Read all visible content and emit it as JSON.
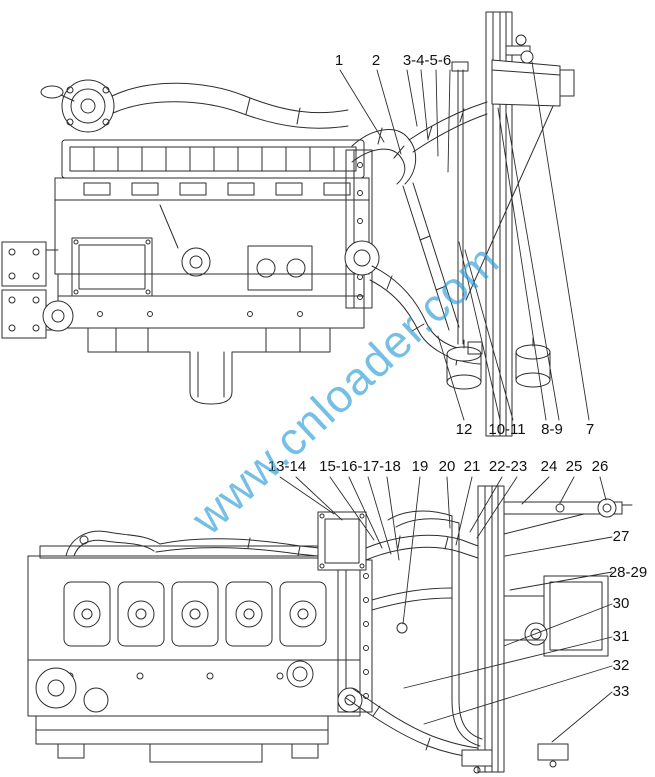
{
  "diagram": {
    "background": "#ffffff",
    "line_color": "#2d2d2d",
    "text_color": "#111111"
  },
  "watermark": {
    "text": "www.cnloader.com",
    "color": "#2b9cd8"
  },
  "top_view": {
    "top_callouts": [
      {
        "label": "1"
      },
      {
        "label": "2"
      },
      {
        "label": "3-4-5-6"
      }
    ],
    "bottom_callouts": [
      {
        "label": "12"
      },
      {
        "label": "10-11"
      },
      {
        "label": "8-9"
      },
      {
        "label": "7"
      }
    ]
  },
  "bottom_view": {
    "top_callouts": [
      {
        "label": "13-14"
      },
      {
        "label": "15-16-17-18"
      },
      {
        "label": "19"
      },
      {
        "label": "20"
      },
      {
        "label": "21"
      },
      {
        "label": "22-23"
      },
      {
        "label": "24"
      },
      {
        "label": "25"
      },
      {
        "label": "26"
      }
    ],
    "right_callouts": [
      {
        "label": "27"
      },
      {
        "label": "28-29"
      },
      {
        "label": "30"
      },
      {
        "label": "31"
      },
      {
        "label": "32"
      },
      {
        "label": "33"
      }
    ]
  }
}
